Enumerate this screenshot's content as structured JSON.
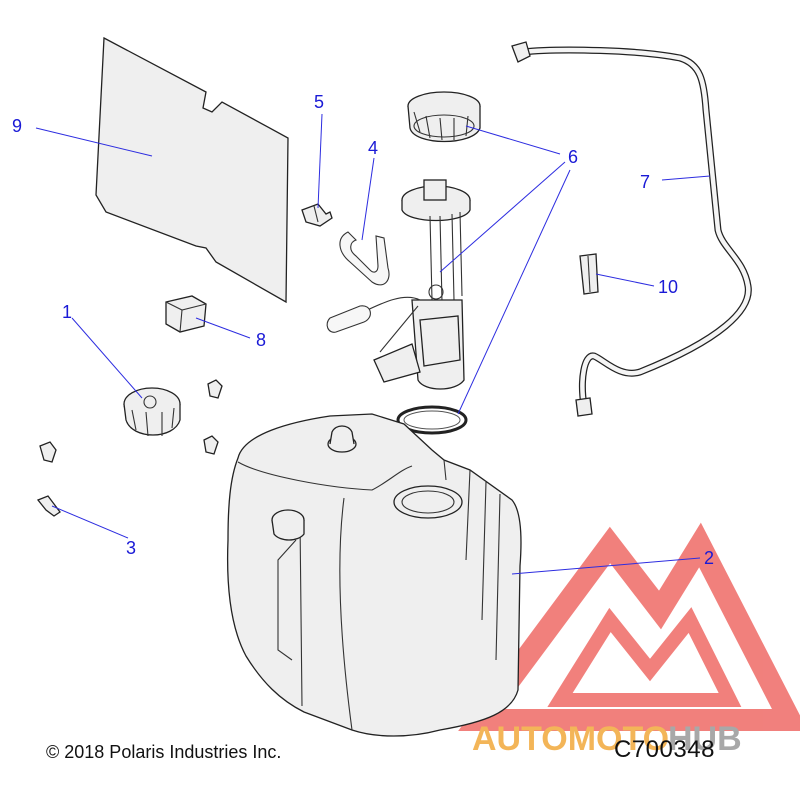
{
  "callouts": {
    "c1": "1",
    "c2": "2",
    "c3": "3",
    "c4": "4",
    "c5": "5",
    "c6": "6",
    "c7": "7",
    "c8": "8",
    "c9": "9",
    "c10": "10"
  },
  "footer": {
    "copyright": "© 2018 Polaris Industries Inc.",
    "diagram_code": "C700348"
  },
  "watermark": {
    "text": "AUTOMOTOHUB",
    "color_primary": "#e8534f",
    "color_secondary": "#f2a93b"
  },
  "colors": {
    "callout": "#1a1ad6",
    "line": "#222222"
  }
}
